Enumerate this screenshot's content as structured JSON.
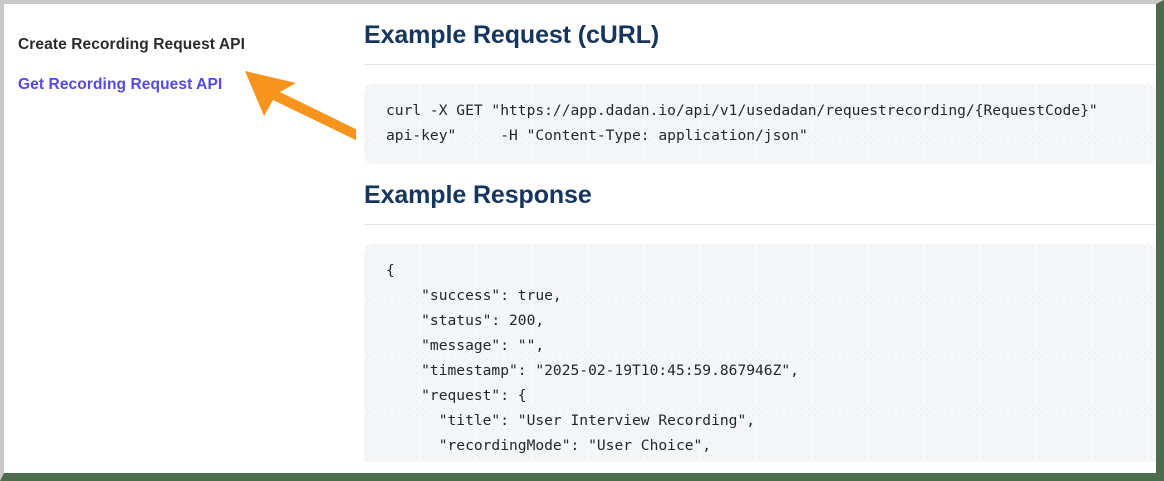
{
  "window": {
    "border_top_left_color": "#c9c9c9",
    "border_right_bottom_color": "#4d6b4d",
    "background": "#ffffff"
  },
  "sidebar": {
    "items": [
      {
        "label": "Create Recording Request API",
        "state": "current",
        "color": "#2b2b2b"
      },
      {
        "label": "Get Recording Request API",
        "state": "link",
        "color": "#5449e6"
      }
    ]
  },
  "annotation": {
    "arrow": {
      "name": "orange-arrow-pointer",
      "color": "#f7941d",
      "direction": "up-left",
      "points_to": "Get Recording Request API"
    }
  },
  "main": {
    "heading_color": "#15355e",
    "sections": [
      {
        "heading": "Example Request (cURL)",
        "code_lines": [
          "curl -X GET \"https://app.dadan.io/api/v1/usedadan/requestrecording/{RequestCode}\"",
          "api-key\"     -H \"Content-Type: application/json\""
        ]
      },
      {
        "heading": "Example Response",
        "code_lines": [
          "{",
          "    \"success\": true,",
          "    \"status\": 200,",
          "    \"message\": \"\",",
          "    \"timestamp\": \"2025-02-19T10:45:59.867946Z\",",
          "    \"request\": {",
          "      \"title\": \"User Interview Recording\",",
          "      \"recordingMode\": \"User Choice\","
        ]
      }
    ]
  }
}
